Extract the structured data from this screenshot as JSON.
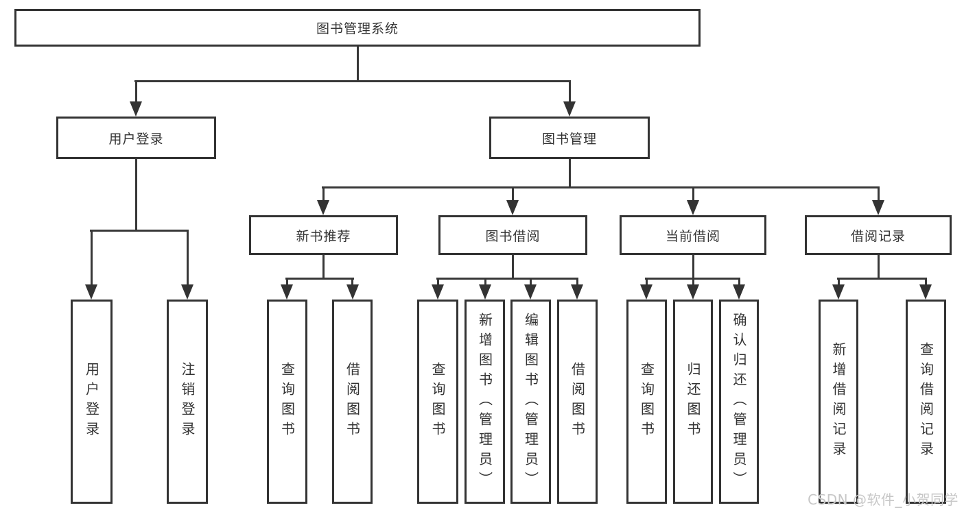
{
  "diagram": {
    "title": "图书管理系统",
    "root": {
      "label": "图书管理系统"
    },
    "level2": [
      {
        "label": "用户登录"
      },
      {
        "label": "图书管理"
      }
    ],
    "level3": [
      {
        "label": "新书推荐"
      },
      {
        "label": "图书借阅"
      },
      {
        "label": "当前借阅"
      },
      {
        "label": "借阅记录"
      }
    ],
    "leaves": {
      "user_login": [
        {
          "label": "用户登录"
        },
        {
          "label": "注销登录"
        }
      ],
      "new_book_recommend": [
        {
          "label": "查询图书"
        },
        {
          "label": "借阅图书"
        }
      ],
      "book_borrowing": [
        {
          "label": "查询图书"
        },
        {
          "label": "新增图书（管理员）"
        },
        {
          "label": "编辑图书（管理员）"
        },
        {
          "label": "借阅图书"
        }
      ],
      "current_borrowing": [
        {
          "label": "查询图书"
        },
        {
          "label": "归还图书"
        },
        {
          "label": "确认归还（管理员）"
        }
      ],
      "borrowing_records": [
        {
          "label": "新增借阅记录"
        },
        {
          "label": "查询借阅记录"
        }
      ]
    },
    "colors": {
      "line": "#333333",
      "box_border": "#333333",
      "text": "#333333",
      "watermark": "#c7c7c7",
      "background": "#ffffff"
    },
    "watermark": "CSDN @软件_小贺同学"
  }
}
